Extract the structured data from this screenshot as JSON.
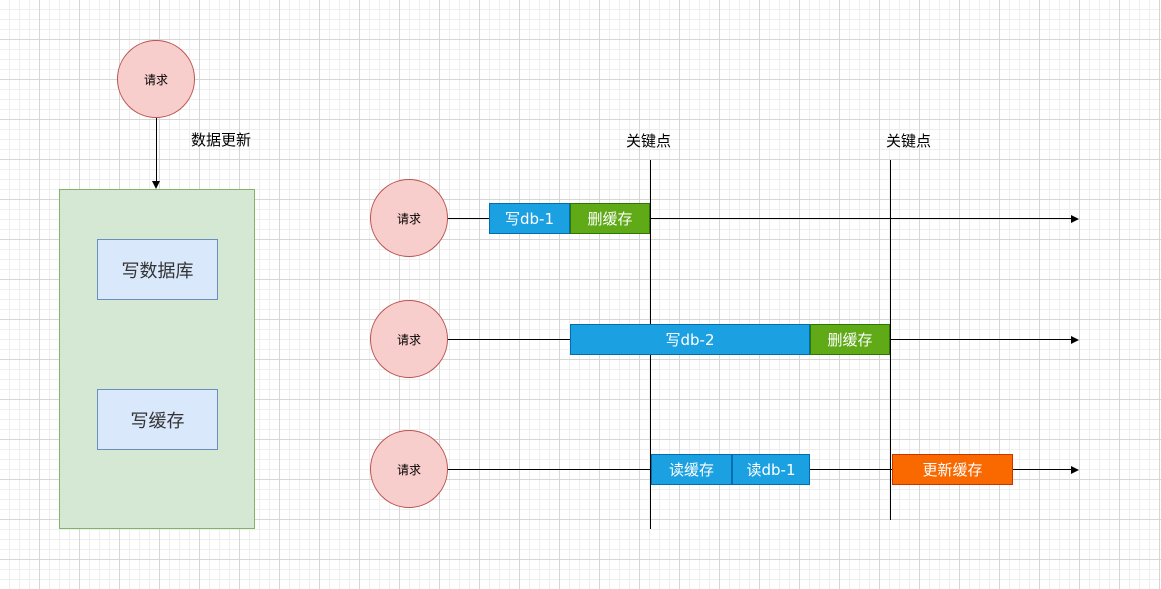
{
  "left": {
    "request_label": "请求",
    "edge_label": "数据更新",
    "box_write_db": "写数据库",
    "box_write_cache": "写缓存"
  },
  "keypoints": [
    "关键点",
    "关键点"
  ],
  "rows": [
    {
      "request_label": "请求",
      "segments": [
        "写db-1",
        "删缓存"
      ]
    },
    {
      "request_label": "请求",
      "segments": [
        "写db-2",
        "删缓存"
      ]
    },
    {
      "request_label": "请求",
      "segments": [
        "读缓存",
        "读db-1",
        "更新缓存"
      ]
    }
  ],
  "colors": {
    "request_fill": "#f8cecc",
    "request_stroke": "#b85450",
    "panel_fill": "#d5e8d4",
    "box_fill": "#dae8fc",
    "blue": "#1ba1e2",
    "green": "#60a917",
    "orange": "#fa6800"
  }
}
